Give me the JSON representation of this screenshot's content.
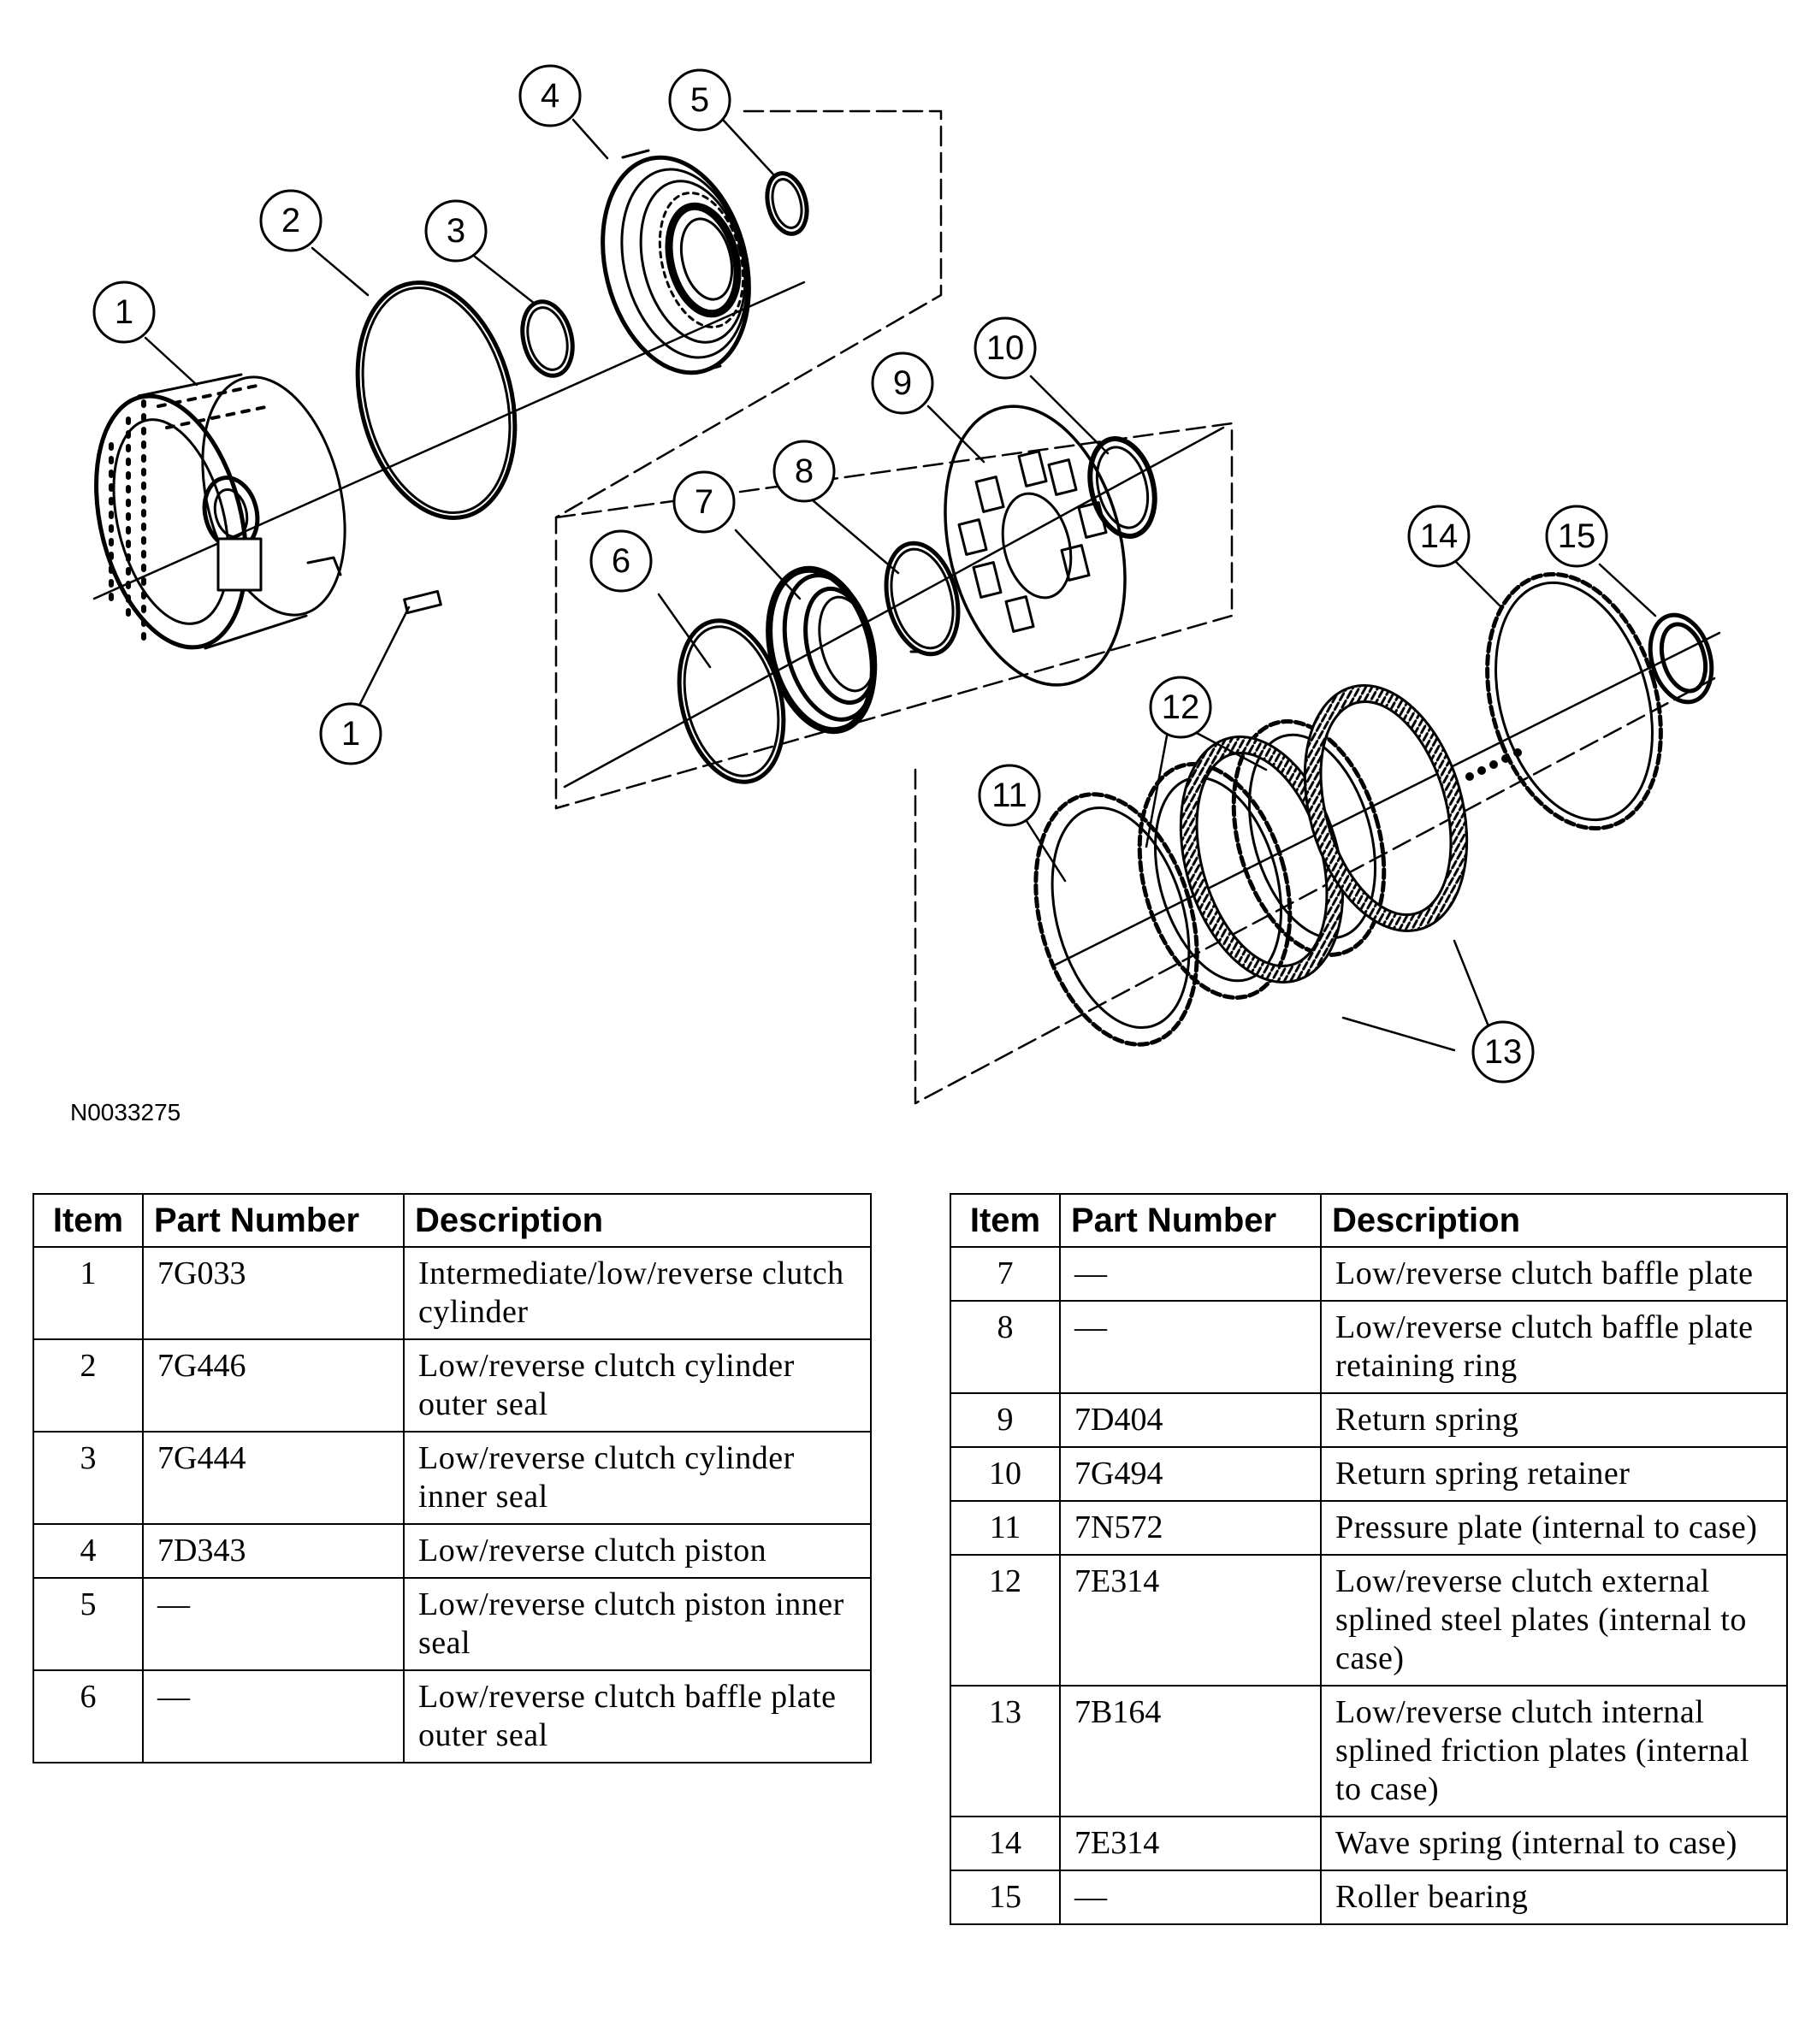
{
  "figure": {
    "id": "N0033275",
    "callouts": [
      "1",
      "2",
      "3",
      "4",
      "5",
      "1",
      "6",
      "7",
      "8",
      "9",
      "10",
      "11",
      "12",
      "13",
      "14",
      "15"
    ]
  },
  "table_headers": {
    "item": "Item",
    "part_number": "Part Number",
    "description": "Description"
  },
  "table_left": [
    {
      "item": "1",
      "part": "7G033",
      "desc": "Intermediate/low/reverse clutch cylinder"
    },
    {
      "item": "2",
      "part": "7G446",
      "desc": "Low/reverse clutch cylinder outer seal"
    },
    {
      "item": "3",
      "part": "7G444",
      "desc": "Low/reverse clutch cylinder inner seal"
    },
    {
      "item": "4",
      "part": "7D343",
      "desc": "Low/reverse clutch piston"
    },
    {
      "item": "5",
      "part": "—",
      "desc": "Low/reverse clutch piston inner seal"
    },
    {
      "item": "6",
      "part": "—",
      "desc": "Low/reverse clutch baffle plate outer seal"
    }
  ],
  "table_right": [
    {
      "item": "7",
      "part": "—",
      "desc": "Low/reverse clutch baffle plate"
    },
    {
      "item": "8",
      "part": "—",
      "desc": "Low/reverse clutch baffle plate retaining ring"
    },
    {
      "item": "9",
      "part": "7D404",
      "desc": "Return spring"
    },
    {
      "item": "10",
      "part": "7G494",
      "desc": "Return spring retainer"
    },
    {
      "item": "11",
      "part": "7N572",
      "desc": "Pressure plate (internal to case)"
    },
    {
      "item": "12",
      "part": "7E314",
      "desc": "Low/reverse clutch external splined steel plates (internal to case)"
    },
    {
      "item": "13",
      "part": "7B164",
      "desc": "Low/reverse clutch internal splined friction plates (internal to case)"
    },
    {
      "item": "14",
      "part": "7E314",
      "desc": "Wave spring (internal to case)"
    },
    {
      "item": "15",
      "part": "—",
      "desc": "Roller bearing"
    }
  ]
}
